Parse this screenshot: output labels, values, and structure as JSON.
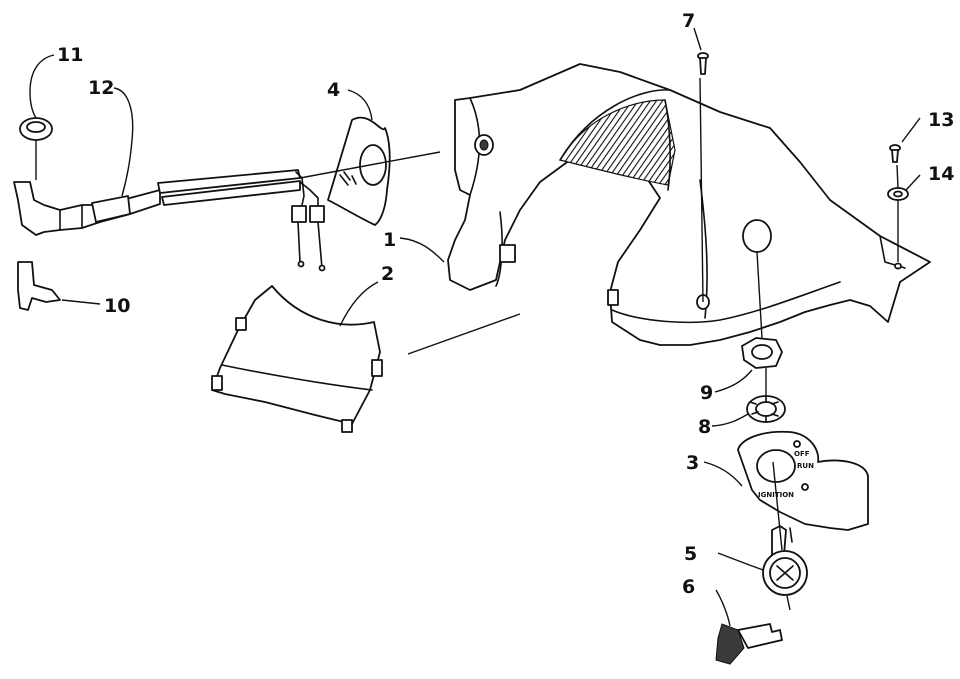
{
  "diagram": {
    "callouts": [
      "1",
      "2",
      "3",
      "4",
      "5",
      "6",
      "7",
      "8",
      "9",
      "10",
      "11",
      "12",
      "13",
      "14"
    ],
    "plate_labels": {
      "off": "OFF",
      "run": "RUN",
      "ignition": "IGNITION"
    }
  }
}
